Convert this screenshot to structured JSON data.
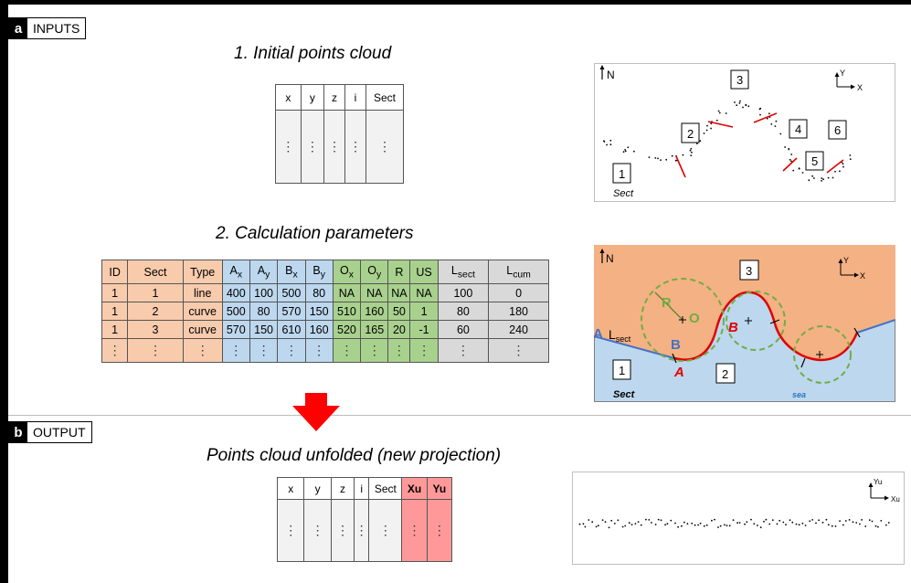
{
  "section_a": {
    "letter": "a",
    "label": "INPUTS"
  },
  "section_b": {
    "letter": "b",
    "label": "OUTPUT"
  },
  "titles": {
    "initial_cloud": "1. Initial points cloud",
    "calc_params": "2. Calculation parameters",
    "unfolded": "Points cloud unfolded (new projection)"
  },
  "table_inputs": {
    "headers": [
      "x",
      "y",
      "z",
      "i",
      "Sect"
    ],
    "ellipsis": "⋮"
  },
  "table_params": {
    "headers": [
      {
        "main": "ID",
        "sub": ""
      },
      {
        "main": "Sect",
        "sub": ""
      },
      {
        "main": "Type",
        "sub": ""
      },
      {
        "main": "A",
        "sub": "x"
      },
      {
        "main": "A",
        "sub": "y"
      },
      {
        "main": "B",
        "sub": "x"
      },
      {
        "main": "B",
        "sub": "y"
      },
      {
        "main": "O",
        "sub": "x"
      },
      {
        "main": "O",
        "sub": "y"
      },
      {
        "main": "R",
        "sub": ""
      },
      {
        "main": "US",
        "sub": ""
      },
      {
        "main": "L",
        "sub": "sect"
      },
      {
        "main": "L",
        "sub": "cum"
      }
    ],
    "rows": [
      [
        "1",
        "1",
        "line",
        "400",
        "100",
        "500",
        "80",
        "NA",
        "NA",
        "NA",
        "NA",
        "100",
        "0"
      ],
      [
        "1",
        "2",
        "curve",
        "500",
        "80",
        "570",
        "150",
        "510",
        "160",
        "50",
        "1",
        "80",
        "180"
      ],
      [
        "1",
        "3",
        "curve",
        "570",
        "150",
        "610",
        "160",
        "520",
        "165",
        "20",
        "-1",
        "60",
        "240"
      ]
    ],
    "ellipsis": "⋮"
  },
  "table_output": {
    "headers": [
      "x",
      "y",
      "z",
      "i",
      "Sect",
      "Xu",
      "Yu"
    ],
    "ellipsis": "⋮"
  },
  "map_points": {
    "north": "N",
    "axis_x": "X",
    "axis_y": "Y",
    "sections": [
      "1",
      "2",
      "3",
      "4",
      "5",
      "6"
    ],
    "sect_label": "Sect"
  },
  "map_params": {
    "north": "N",
    "axis_x": "X",
    "axis_y": "Y",
    "sections": [
      "1",
      "2",
      "3"
    ],
    "label_A_blue": "A",
    "label_B_blue": "B",
    "label_A_red": "A",
    "label_B_red": "B",
    "label_R": "R",
    "label_O": "O",
    "label_L": "L",
    "label_L_sub": "sect",
    "sect_label": "Sect",
    "sea_label": "sea"
  },
  "map_output": {
    "axis_x": "Xu",
    "axis_y": "Yu"
  },
  "colors": {
    "orange": "#F8CBAD",
    "blue": "#BDD7EE",
    "green": "#A9D18E",
    "gray": "#D9D9D9",
    "red": "#FF9999",
    "arrow": "#FF0000",
    "land": "#F4B183",
    "sea": "#BDD7EE",
    "line_red": "#E00000",
    "line_blue": "#4472C4",
    "circle_green": "#70AD47"
  }
}
